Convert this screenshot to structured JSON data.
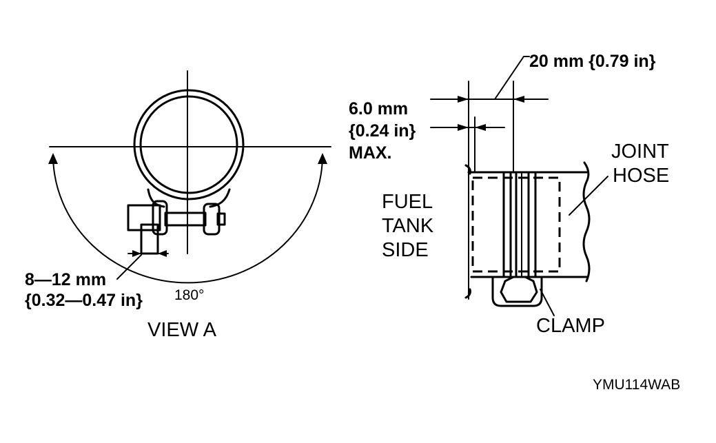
{
  "view_a": {
    "clamp_gap": "8—12 mm",
    "clamp_gap_in": "{0.32—0.47 in}",
    "angle": "180°",
    "view_label": "VIEW A"
  },
  "side_view": {
    "clamp_width": "20 mm {0.79 in}",
    "offset_mm": "6.0 mm",
    "offset_in": "{0.24 in}",
    "offset_max": "MAX.",
    "joint_line1": "JOINT",
    "joint_line2": "HOSE",
    "fuel_line1": "FUEL",
    "fuel_line2": "TANK",
    "fuel_line3": "SIDE",
    "clamp": "CLAMP"
  },
  "figure_code": "YMU114WAB"
}
